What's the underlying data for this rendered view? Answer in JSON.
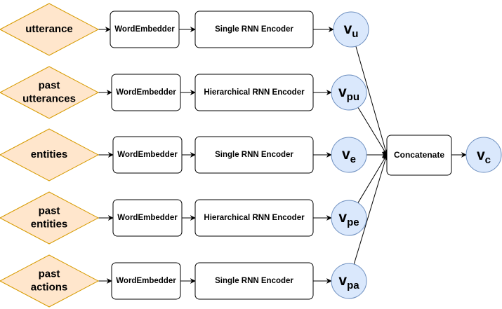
{
  "inputs": [
    {
      "lines": [
        "utterance"
      ]
    },
    {
      "lines": [
        "past",
        "utterances"
      ]
    },
    {
      "lines": [
        "entities"
      ]
    },
    {
      "lines": [
        "past",
        "entities"
      ]
    },
    {
      "lines": [
        "past",
        "actions"
      ]
    }
  ],
  "embedders": [
    "WordEmbedder",
    "WordEmbedder",
    "WordEmbedder",
    "WordEmbedder",
    "WordEmbedder"
  ],
  "encoders": [
    "Single RNN Encoder",
    "Hierarchical RNN Encoder",
    "Single RNN Encoder",
    "Hierarchical RNN Encoder",
    "Single RNN Encoder"
  ],
  "vectors": [
    {
      "base": "v",
      "sub": "u"
    },
    {
      "base": "v",
      "sub": "pu"
    },
    {
      "base": "v",
      "sub": "e"
    },
    {
      "base": "v",
      "sub": "pe"
    },
    {
      "base": "v",
      "sub": "pa"
    }
  ],
  "concat_label": "Concatenate",
  "output": {
    "base": "v",
    "sub": "c"
  },
  "colors": {
    "diamond_fill": "#ffe6cc",
    "diamond_stroke": "#d79b00",
    "circle_fill": "#dae8fc",
    "circle_stroke": "#6c8ebf",
    "box_stroke": "#000000"
  }
}
